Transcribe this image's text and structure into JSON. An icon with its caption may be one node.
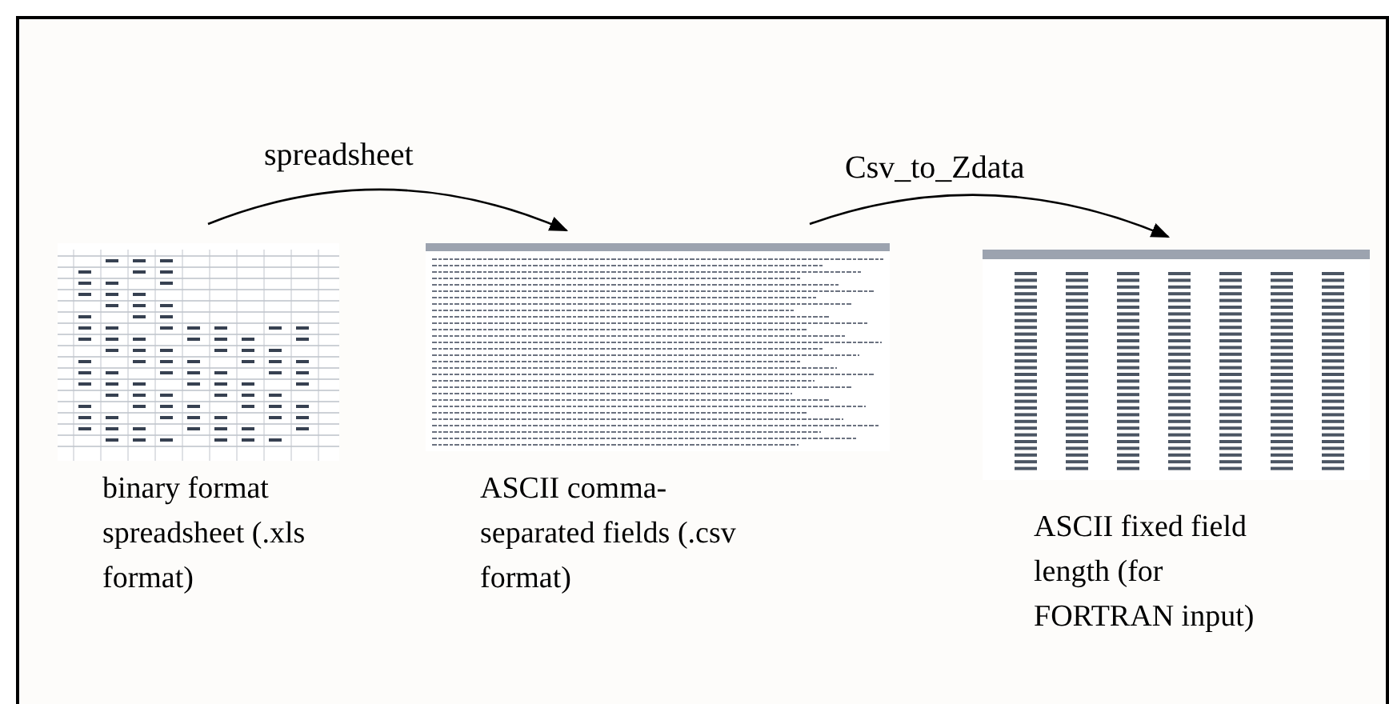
{
  "diagram": {
    "nodes": [
      {
        "text": [],
        "shape": "picture",
        "beside": [
          "binary format spreadsheet (.xls format)"
        ]
      },
      {
        "text": [],
        "shape": "picture",
        "beside": [
          "ASCII comma-separated fields (.csv format)"
        ]
      },
      {
        "text": [],
        "shape": "picture",
        "beside": [
          "ASCII fixed field length (for FORTRAN input)"
        ]
      }
    ],
    "edges": [
      {
        "from": 0,
        "to": 1,
        "arrow": "to",
        "label": "spreadsheet"
      },
      {
        "from": 1,
        "to": 2,
        "arrow": "to",
        "label": "Csv_to_Zdata"
      }
    ]
  }
}
